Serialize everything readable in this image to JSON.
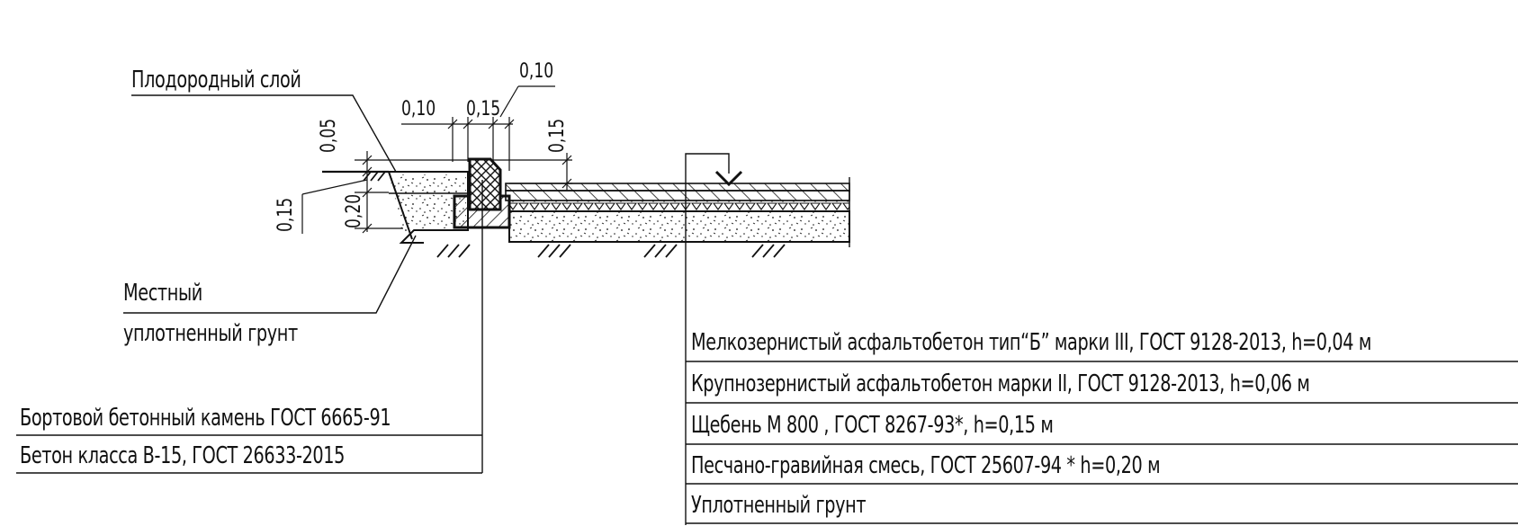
{
  "labels": {
    "fertile_layer": "Плодородный слой",
    "local_soil_line1": "Местный",
    "local_soil_line2": "уплотненный грунт",
    "curb_stone": "Бортовой бетонный камень ГОСТ 6665-91",
    "concrete_class": "Бетон класса В-15, ГОСТ 26633-2015"
  },
  "dimensions": {
    "top_010_a": "0,10",
    "top_010_b": "0,10",
    "top_015": "0,15",
    "right_015": "0,15",
    "left_005": "0,05",
    "left_015": "0,15",
    "left_020": "0,20"
  },
  "layers": [
    "Мелкозернистый асфальтобетон тип“Б” марки III, ГОСТ 9128-2013,  h=0,04 м",
    "Крупнозернистый асфальтобетон  марки II, ГОСТ 9128-2013,  h=0,06 м",
    "Щебень М 800 , ГОСТ 8267-93*, h=0,15 м",
    "Песчано-гравийная смесь,  ГОСТ 25607-94 * h=0,20 м",
    "Уплотненный грунт"
  ]
}
